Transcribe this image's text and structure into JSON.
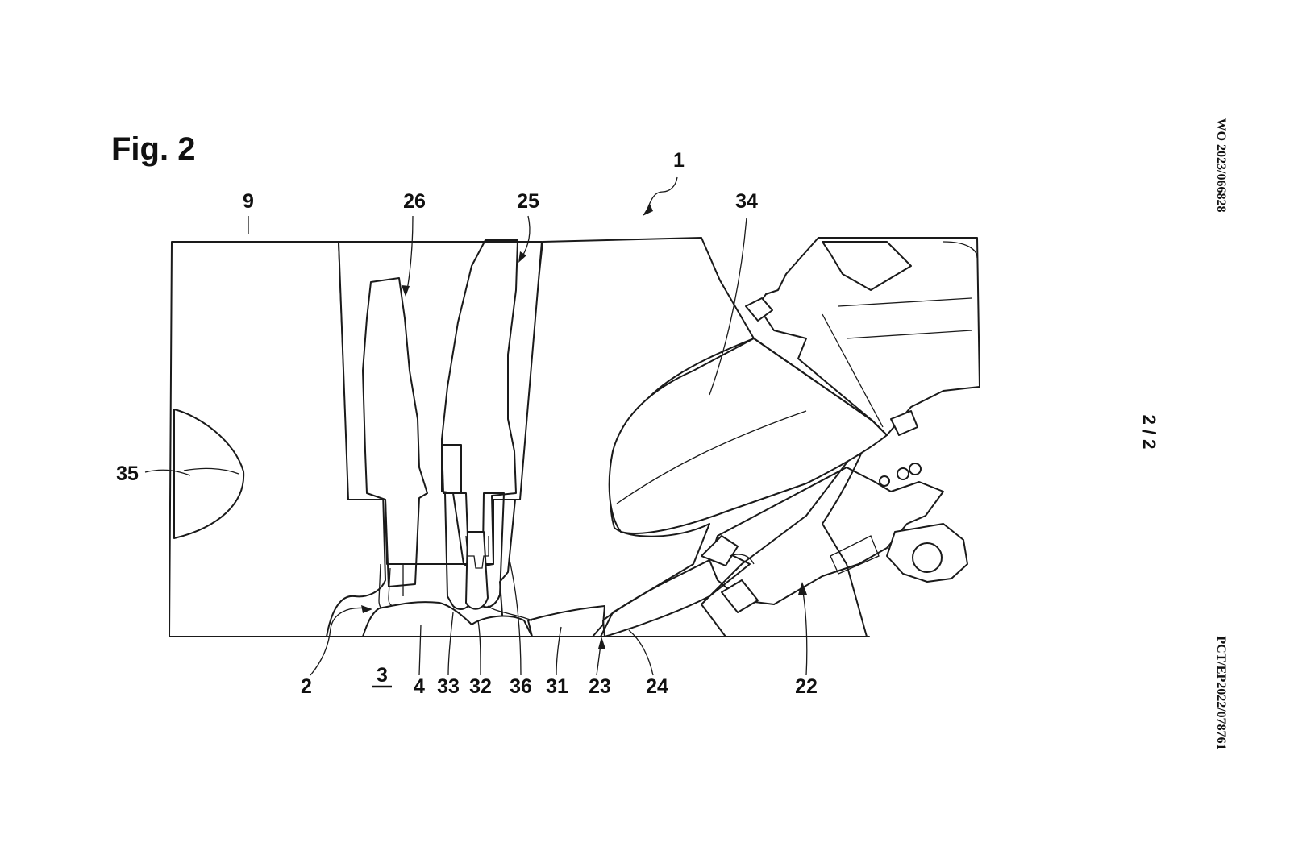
{
  "figure_title": "Fig. 2",
  "page_number": "2 / 2",
  "publication_number": "WO 2023/066828",
  "application_number": "PCT/EP2022/078761",
  "reference_labels": {
    "r1": "1",
    "r9": "9",
    "r26": "26",
    "r25": "25",
    "r34": "34",
    "r35": "35",
    "r2": "2",
    "r3": "3",
    "r4": "4",
    "r33": "33",
    "r32": "32",
    "r36": "36",
    "r31": "31",
    "r23": "23",
    "r24": "24",
    "r22": "22"
  }
}
